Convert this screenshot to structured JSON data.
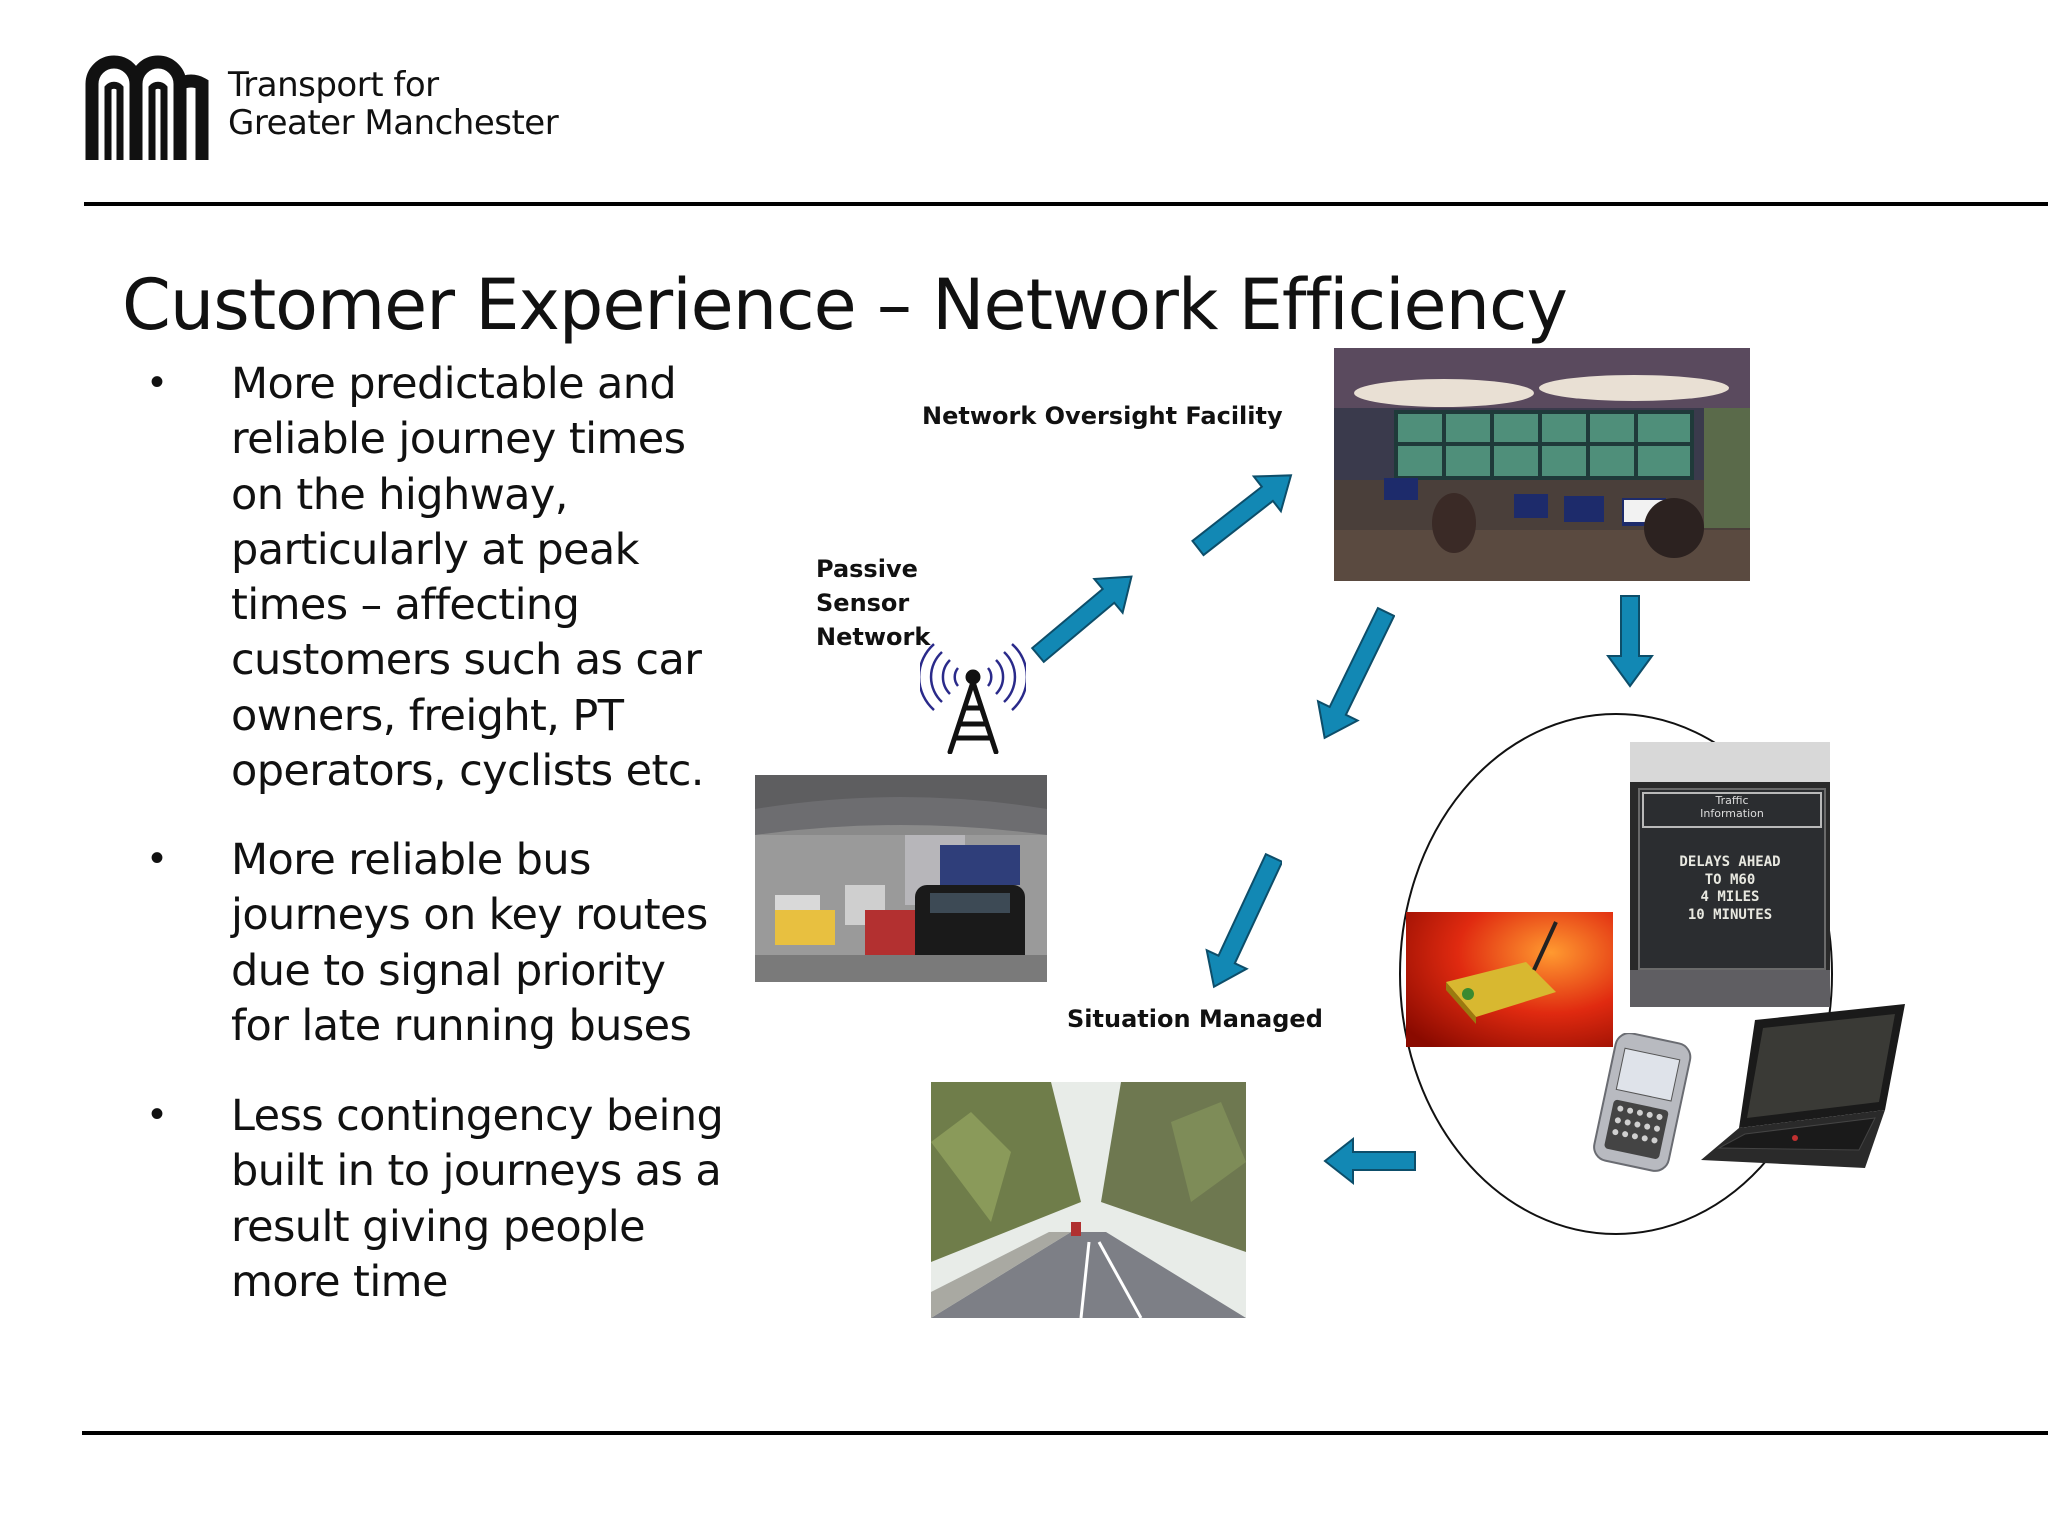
{
  "header": {
    "brand_line1": "Transport for",
    "brand_line2": "Greater Manchester",
    "logo_icon": "tfgm-m-logo-icon"
  },
  "title": "Customer Experience – Network Efficiency",
  "bullets": [
    {
      "marker": "•",
      "lines": [
        "More predictable and",
        "reliable journey times",
        "on the highway,",
        "particularly at peak",
        "times – affecting",
        "customers such as car",
        "owners, freight, PT",
        "operators, cyclists etc."
      ]
    },
    {
      "marker": "•",
      "lines": [
        "More reliable bus",
        "journeys on key routes",
        "due to signal priority",
        "for late running buses"
      ]
    },
    {
      "marker": "•",
      "lines": [
        "Less contingency being",
        "built in to journeys as a",
        "result giving people",
        "more time"
      ]
    }
  ],
  "diagram": {
    "label_oversight": "Network Oversight Facility",
    "label_sensor": [
      "Passive",
      "Sensor",
      "Network"
    ],
    "label_managed": "Situation Managed",
    "sign_header": [
      "Traffic",
      "Information"
    ],
    "sign_message": [
      "DELAYS AHEAD",
      "TO M60",
      "4 MILES",
      "10 MINUTES"
    ],
    "arrow_color": "#1288b4",
    "icons": [
      "antenna-tower-icon",
      "arrow-icon"
    ]
  }
}
